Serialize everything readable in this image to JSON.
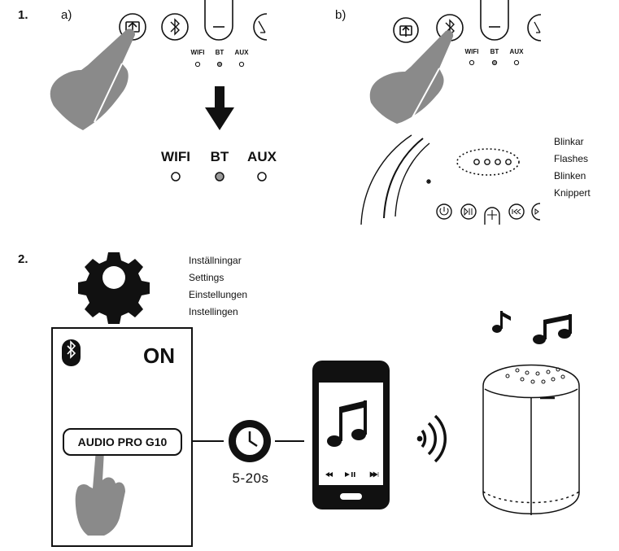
{
  "steps": {
    "step1": "1.",
    "step1a": "a)",
    "step1b": "b)",
    "step2": "2."
  },
  "indicators": {
    "wifi": "WIFI",
    "bt": "BT",
    "aux": "AUX"
  },
  "flash_labels": [
    "Blinkar",
    "Flashes",
    "Blinken",
    "Knippert"
  ],
  "settings_labels": [
    "Inställningar",
    "Settings",
    "Einstellungen",
    "Instellingen"
  ],
  "bluetooth_panel": {
    "state": "ON",
    "device_name": "AUDIO PRO G10"
  },
  "pairing_time": "5-20s",
  "icons": [
    "share-icon",
    "bluetooth-icon",
    "volume-minus-icon",
    "mic-off-icon",
    "hand-pointer-icon",
    "down-arrow-icon",
    "power-icon",
    "play-pause-icon",
    "plus-icon",
    "previous-icon",
    "next-icon",
    "gear-icon",
    "clock-icon",
    "smartphone-icon",
    "music-note-icon",
    "sound-waves-icon",
    "speaker-icon"
  ],
  "colors": {
    "ink": "#111111",
    "hand": "#8a8a8a",
    "led_on": "#9a9a9a"
  }
}
